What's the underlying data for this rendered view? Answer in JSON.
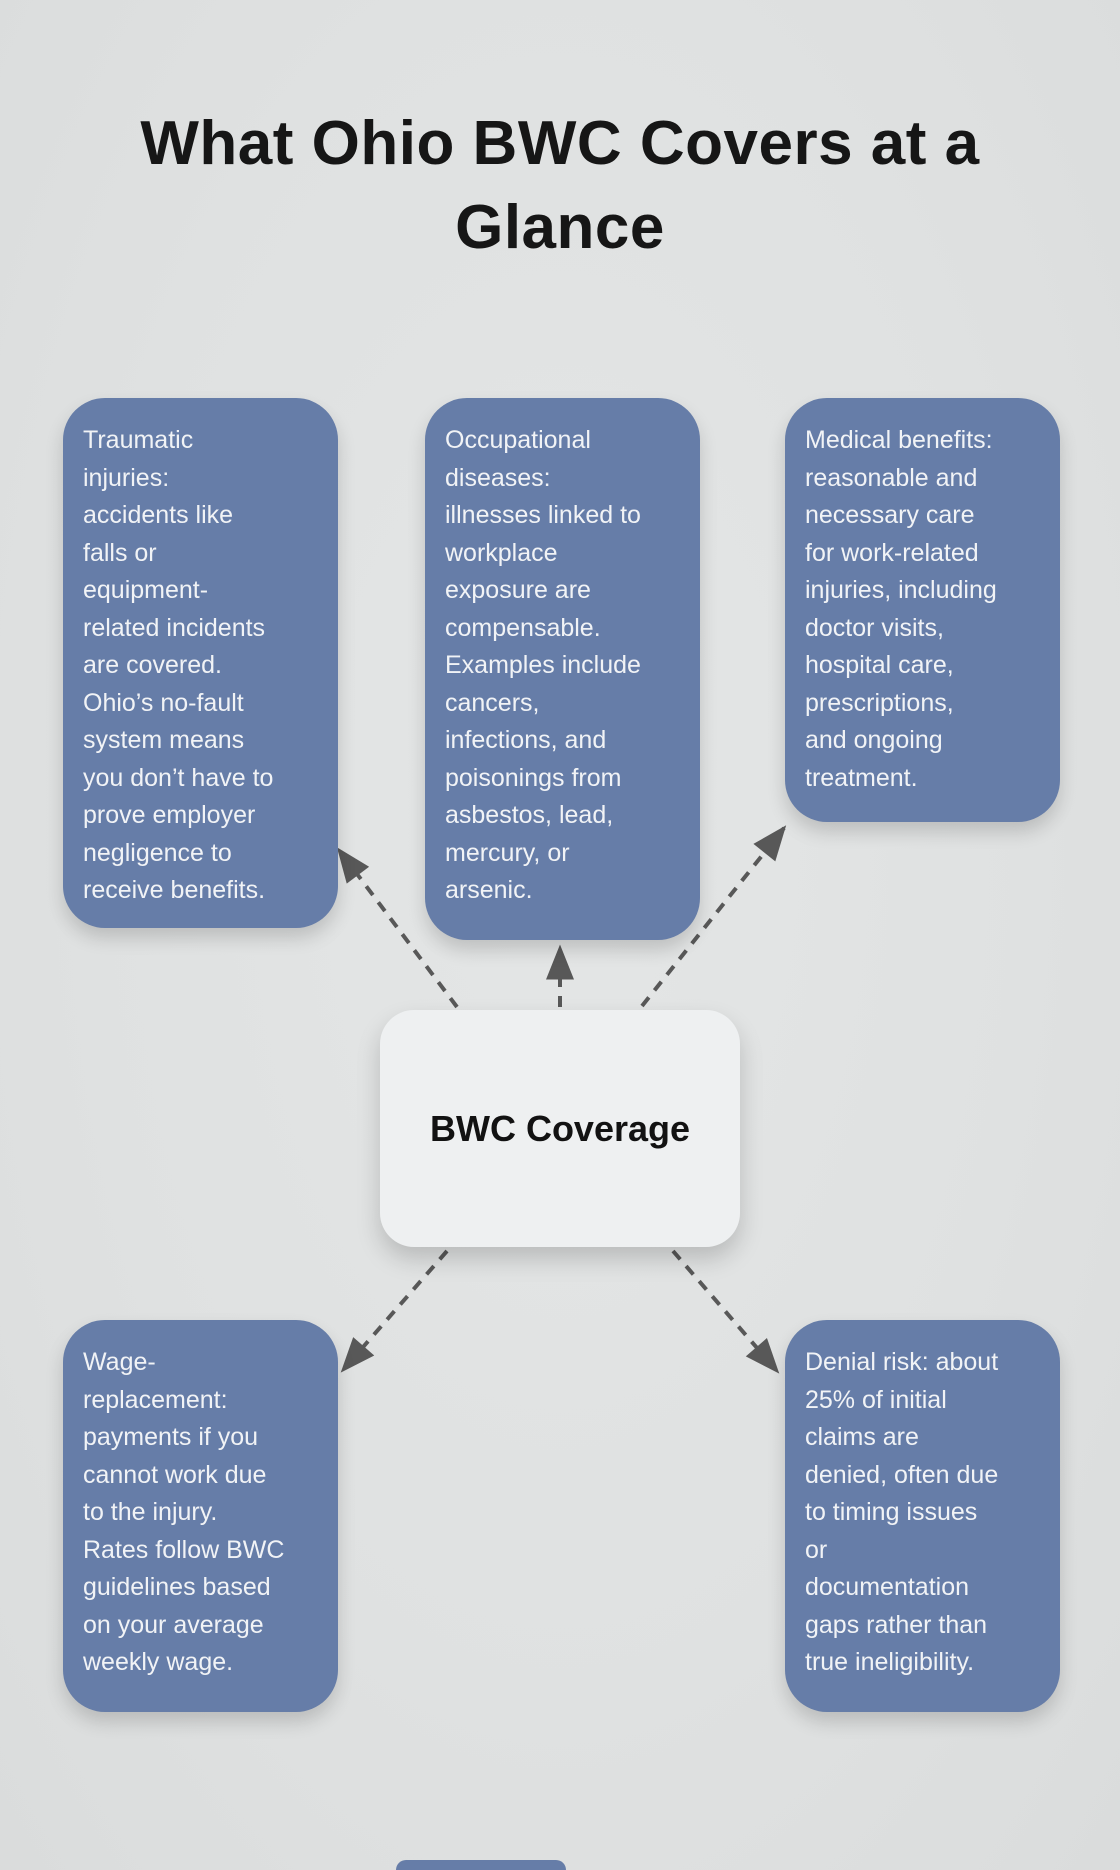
{
  "title": "What Ohio BWC Covers at a\nGlance",
  "center": {
    "label": "BWC Coverage"
  },
  "nodes": [
    {
      "id": "traumatic-injuries",
      "text": "Traumatic\ninjuries:\naccidents like\nfalls or\nequipment-\nrelated incidents\nare covered.\nOhio’s no-fault\nsystem means\nyou don’t have to\nprove employer\nnegligence to\nreceive benefits."
    },
    {
      "id": "occupational-diseases",
      "text": "Occupational\ndiseases:\nillnesses linked to\nworkplace\nexposure are\ncompensable.\nExamples include\ncancers,\ninfections, and\npoisonings from\nasbestos, lead,\nmercury, or\narsenic."
    },
    {
      "id": "medical-benefits",
      "text": "Medical benefits:\nreasonable and\nnecessary care\nfor work-related\ninjuries, including\ndoctor visits,\nhospital care,\nprescriptions,\nand ongoing\ntreatment."
    },
    {
      "id": "wage-replacement",
      "text": "Wage-\nreplacement:\npayments if you\ncannot work due\nto the injury.\nRates follow BWC\nguidelines based\non your average\nweekly wage."
    },
    {
      "id": "denial-risk",
      "text": "Denial risk: about\n25% of initial\nclaims are\ndenied, often due\nto timing issues\nor\ndocumentation\ngaps rather than\ntrue ineligibility."
    }
  ],
  "colors": {
    "node_fill": "#667da8",
    "node_text": "#f1f3f6",
    "center_fill": "#eef0f1",
    "connector": "#585858",
    "background": "#dfe1e1",
    "title_text": "#161616"
  }
}
